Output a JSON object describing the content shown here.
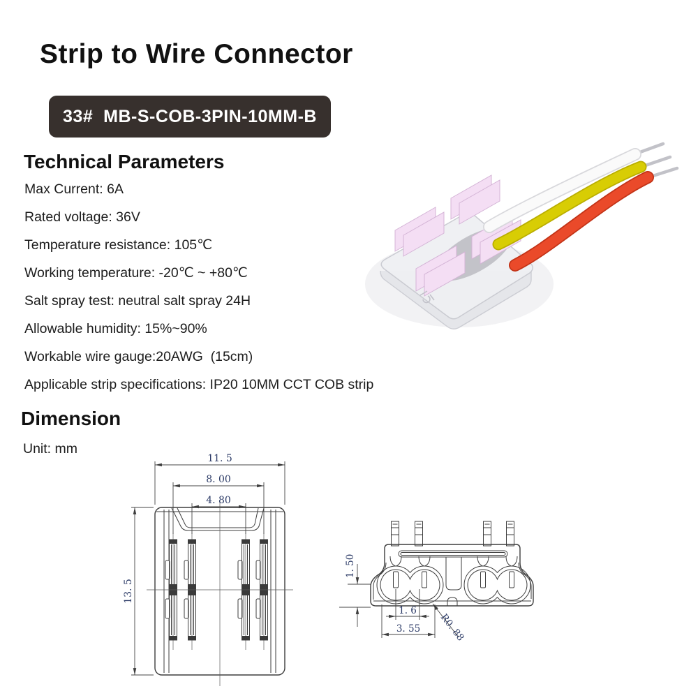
{
  "header": {
    "title": "Strip to Wire Connector",
    "model_badge": "33#  MB-S-COB-3PIN-10MM-B"
  },
  "technical": {
    "heading": "Technical Parameters",
    "items": [
      "Max Current: 6A",
      "Rated voltage: 36V",
      "Temperature resistance: 105℃",
      "Working temperature: -20℃ ~ +80℃",
      "Salt spray test: neutral salt spray 24H",
      "Allowable humidity: 15%~90%",
      "Workable wire gauge:20AWG  (15cm)",
      "Applicable strip specifications: IP20 10MM CCT COB strip"
    ]
  },
  "dimension": {
    "heading": "Dimension",
    "unit_label": "Unit: mm",
    "top_view": {
      "overall_width": "11. 5",
      "outer_slot_span": "8. 00",
      "inner_slot_span": "4. 80",
      "overall_height": "13. 5"
    },
    "front_view": {
      "lip_height": "1. 50",
      "pin_pitch": "1. 6",
      "pair_width": "3. 55",
      "corner_radius": "R0. 88"
    }
  },
  "colors": {
    "badge_background": "#37302d",
    "badge_text": "#ffffff",
    "wire_red": "#ea4a2a",
    "wire_yellow": "#d8cd04",
    "wire_white": "#fafafa",
    "clip_pink": "#f4def4",
    "dimension_text": "#2b3a66"
  }
}
